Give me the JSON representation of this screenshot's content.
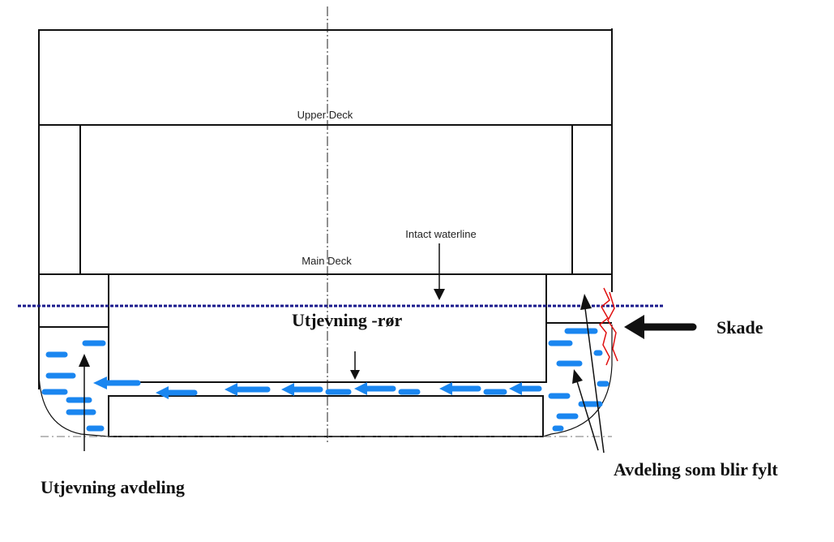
{
  "labels": {
    "upper_deck": "Upper Deck",
    "main_deck": "Main Deck",
    "intact_waterline": "Intact waterline",
    "cross_flooding_pipe": "Utjevning -rør",
    "damage": "Skade",
    "flooded_compartment": "Avdeling som blir fylt",
    "equalization_compartment": "Utjevning avdeling"
  },
  "colors": {
    "water": "#1a86f0",
    "waterline": "#1a1a8c",
    "damage": "#e01010",
    "structure": "#111111"
  }
}
